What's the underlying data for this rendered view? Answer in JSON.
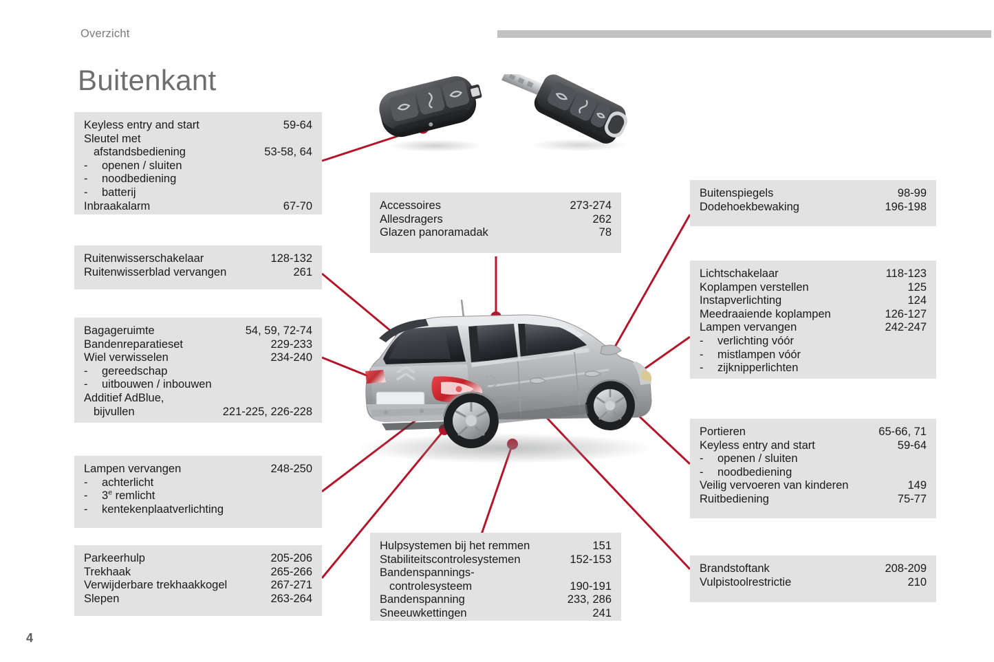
{
  "header": {
    "section_label": "Overzicht",
    "title": "Buitenkant",
    "page_number": "4",
    "rule_color": "#c2c2c2"
  },
  "colors": {
    "box_background": "#e2e2e2",
    "leader_line": "#b3162b",
    "text": "#1a1a1a",
    "title": "#6e6e6e"
  },
  "illustrations": {
    "key_fob_remote": "car-key-fob-remote",
    "key_fob_flip": "car-key-flip-blade",
    "vehicle": "citroen-c4-hatchback-rear-three-quarter"
  },
  "boxes": [
    {
      "id": "keyless-entry",
      "rows": [
        {
          "label": "Keyless entry and start",
          "pages": "59-64"
        },
        {
          "label": "Sleutel met",
          "pages": ""
        },
        {
          "label": "afstandsbediening",
          "pages": "53-58, 64",
          "indent": true
        },
        {
          "bullet": "-",
          "label": "openen / sluiten"
        },
        {
          "bullet": "-",
          "label": "noodbediening"
        },
        {
          "bullet": "-",
          "label": "batterij"
        },
        {
          "label": "Inbraakalarm",
          "pages": "67-70"
        }
      ]
    },
    {
      "id": "ruitenwisser",
      "rows": [
        {
          "label": "Ruitenwisserschakelaar",
          "pages": "128-132"
        },
        {
          "label": "Ruitenwisserblad vervangen",
          "pages": "261"
        }
      ]
    },
    {
      "id": "bagageruimte",
      "rows": [
        {
          "label": "Bagageruimte",
          "pages": "54, 59, 72-74"
        },
        {
          "label": "Bandenreparatieset",
          "pages": "229-233"
        },
        {
          "label": "Wiel verwisselen",
          "pages": "234-240"
        },
        {
          "bullet": "-",
          "label": "gereedschap"
        },
        {
          "bullet": "-",
          "label": "uitbouwen / inbouwen"
        },
        {
          "label": "Additief AdBlue,",
          "pages": ""
        },
        {
          "label": "bijvullen",
          "pages": "221-225, 226-228",
          "indent": true
        }
      ]
    },
    {
      "id": "lampen-achter",
      "rows": [
        {
          "label": "Lampen vervangen",
          "pages": "248-250"
        },
        {
          "bullet": "-",
          "label": "achterlicht"
        },
        {
          "bullet": "-",
          "label": "3e remlicht",
          "superscript": "e",
          "label_pre": "3",
          "label_post": " remlicht"
        },
        {
          "bullet": "-",
          "label": "kentekenplaatverlichting"
        }
      ]
    },
    {
      "id": "parkeerhulp",
      "rows": [
        {
          "label": "Parkeerhulp",
          "pages": "205-206"
        },
        {
          "label": "Trekhaak",
          "pages": "265-266"
        },
        {
          "label": "Verwijderbare trekhaakkogel",
          "pages": "267-271"
        },
        {
          "label": "Slepen",
          "pages": "263-264"
        }
      ]
    },
    {
      "id": "accessoires",
      "rows": [
        {
          "label": "Accessoires",
          "pages": "273-274"
        },
        {
          "label": "Allesdragers",
          "pages": "262"
        },
        {
          "label": "Glazen panoramadak",
          "pages": "78"
        }
      ]
    },
    {
      "id": "hulpsystemen",
      "rows": [
        {
          "label": "Hulpsystemen bij het remmen",
          "pages": "151"
        },
        {
          "label": "Stabiliteitscontrolesystemen",
          "pages": "152-153"
        },
        {
          "label": "Bandenspannings-",
          "pages": ""
        },
        {
          "label": "controlesysteem",
          "pages": "190-191",
          "indent": true
        },
        {
          "label": "Bandenspanning",
          "pages": "233, 286"
        },
        {
          "label": "Sneeuwkettingen",
          "pages": "241"
        }
      ]
    },
    {
      "id": "buitenspiegels",
      "rows": [
        {
          "label": "Buitenspiegels",
          "pages": "98-99"
        },
        {
          "label": "Dodehoekbewaking",
          "pages": "196-198"
        }
      ]
    },
    {
      "id": "lichtschakelaar",
      "rows": [
        {
          "label": "Lichtschakelaar",
          "pages": "118-123"
        },
        {
          "label": "Koplampen verstellen",
          "pages": "125"
        },
        {
          "label": "Instapverlichting",
          "pages": "124"
        },
        {
          "label": "Meedraaiende koplampen",
          "pages": "126-127"
        },
        {
          "label": "Lampen vervangen",
          "pages": "242-247"
        },
        {
          "bullet": "-",
          "label": "verlichting vóór"
        },
        {
          "bullet": "-",
          "label": "mistlampen vóór"
        },
        {
          "bullet": "-",
          "label": "zijknipperlichten"
        }
      ]
    },
    {
      "id": "portieren",
      "rows": [
        {
          "label": "Portieren",
          "pages": "65-66, 71"
        },
        {
          "label": "Keyless entry and start",
          "pages": "59-64"
        },
        {
          "bullet": "-",
          "label": "openen / sluiten"
        },
        {
          "bullet": "-",
          "label": "noodbediening"
        },
        {
          "label": "Veilig vervoeren van kinderen",
          "pages": "149"
        },
        {
          "label": "Ruitbediening",
          "pages": "75-77"
        }
      ]
    },
    {
      "id": "brandstoftank",
      "rows": [
        {
          "label": "Brandstoftank",
          "pages": "208-209"
        },
        {
          "label": "Vulpistoolrestrictie",
          "pages": "210"
        }
      ]
    }
  ]
}
